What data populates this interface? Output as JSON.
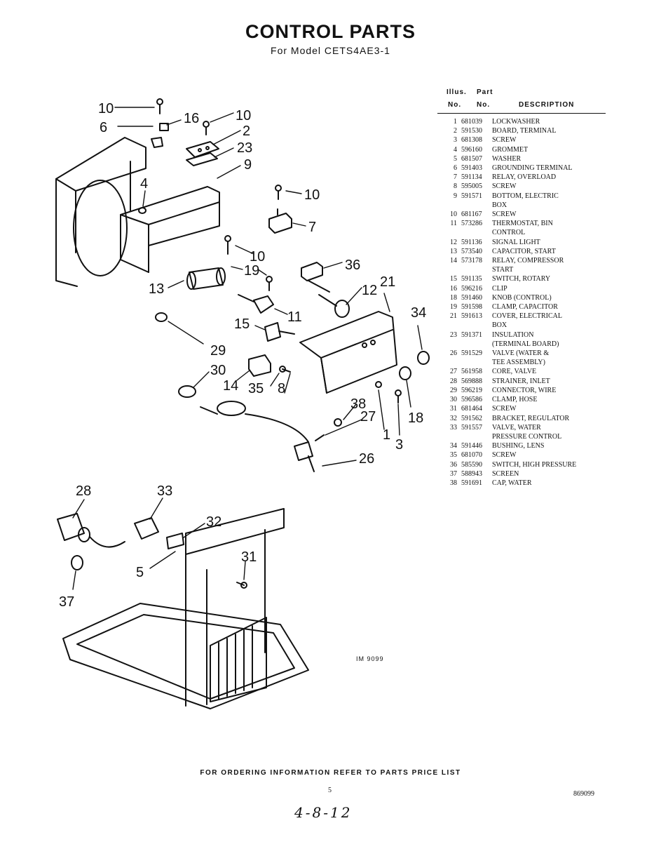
{
  "header": {
    "title": "CONTROL PARTS",
    "subtitle": "For Model CETS4AE3-1"
  },
  "table": {
    "head_illus_top": "Illus.",
    "head_part_top": "Part",
    "head_illus_bottom": "No.",
    "head_part_bottom": "No.",
    "head_desc": "DESCRIPTION",
    "rows": [
      {
        "no": "1",
        "part": "681039",
        "desc": [
          "LOCKWASHER"
        ]
      },
      {
        "no": "2",
        "part": "591530",
        "desc": [
          "BOARD, TERMINAL"
        ]
      },
      {
        "no": "3",
        "part": "681308",
        "desc": [
          "SCREW"
        ]
      },
      {
        "no": "4",
        "part": "596160",
        "desc": [
          "GROMMET"
        ]
      },
      {
        "no": "5",
        "part": "681507",
        "desc": [
          "WASHER"
        ]
      },
      {
        "no": "6",
        "part": "591403",
        "desc": [
          "GROUNDING TERMINAL"
        ]
      },
      {
        "no": "7",
        "part": "591134",
        "desc": [
          "RELAY, OVERLOAD"
        ]
      },
      {
        "no": "8",
        "part": "595005",
        "desc": [
          "SCREW"
        ]
      },
      {
        "no": "9",
        "part": "591571",
        "desc": [
          "BOTTOM, ELECTRIC",
          "BOX"
        ]
      },
      {
        "no": "10",
        "part": "681167",
        "desc": [
          "SCREW"
        ]
      },
      {
        "no": "11",
        "part": "573286",
        "desc": [
          "THERMOSTAT, BIN",
          "CONTROL"
        ]
      },
      {
        "no": "12",
        "part": "591136",
        "desc": [
          "SIGNAL LIGHT"
        ]
      },
      {
        "no": "13",
        "part": "573540",
        "desc": [
          "CAPACITOR, START"
        ]
      },
      {
        "no": "14",
        "part": "573178",
        "desc": [
          "RELAY, COMPRESSOR",
          "START"
        ]
      },
      {
        "no": "15",
        "part": "591135",
        "desc": [
          "SWITCH, ROTARY"
        ]
      },
      {
        "no": "16",
        "part": "596216",
        "desc": [
          "CLIP"
        ]
      },
      {
        "no": "18",
        "part": "591460",
        "desc": [
          "KNOB (CONTROL)"
        ]
      },
      {
        "no": "19",
        "part": "591598",
        "desc": [
          "CLAMP, CAPACITOR"
        ]
      },
      {
        "no": "21",
        "part": "591613",
        "desc": [
          "COVER, ELECTRICAL",
          "BOX"
        ]
      },
      {
        "no": "23",
        "part": "591371",
        "desc": [
          "INSULATION",
          "(TERMINAL BOARD)"
        ]
      },
      {
        "no": "26",
        "part": "591529",
        "desc": [
          "VALVE (WATER &",
          "TEE ASSEMBLY)"
        ]
      },
      {
        "no": "27",
        "part": "561958",
        "desc": [
          "CORE, VALVE"
        ]
      },
      {
        "no": "28",
        "part": "569888",
        "desc": [
          "STRAINER, INLET"
        ]
      },
      {
        "no": "29",
        "part": "596219",
        "desc": [
          "CONNECTOR, WIRE"
        ]
      },
      {
        "no": "30",
        "part": "596586",
        "desc": [
          "CLAMP, HOSE"
        ]
      },
      {
        "no": "31",
        "part": "681464",
        "desc": [
          "SCREW"
        ]
      },
      {
        "no": "32",
        "part": "591562",
        "desc": [
          "BRACKET, REGULATOR"
        ]
      },
      {
        "no": "33",
        "part": "591557",
        "desc": [
          "VALVE, WATER",
          "PRESSURE CONTROL"
        ]
      },
      {
        "no": "34",
        "part": "591446",
        "desc": [
          "BUSHING, LENS"
        ]
      },
      {
        "no": "35",
        "part": "681070",
        "desc": [
          "SCREW"
        ]
      },
      {
        "no": "36",
        "part": "585590",
        "desc": [
          "SWITCH, HIGH PRESSURE"
        ]
      },
      {
        "no": "37",
        "part": "588943",
        "desc": [
          "SCREEN"
        ]
      },
      {
        "no": "38",
        "part": "591691",
        "desc": [
          "CAP, WATER"
        ]
      }
    ]
  },
  "diagram": {
    "image_code": "IM 9099",
    "callouts": {
      "c1": "1",
      "c2": "2",
      "c3": "3",
      "c4": "4",
      "c5": "5",
      "c6": "6",
      "c7": "7",
      "c8": "8",
      "c9": "9",
      "c10a": "10",
      "c10b": "10",
      "c10c": "10",
      "c10d": "10",
      "c11": "11",
      "c12": "12",
      "c13": "13",
      "c14": "14",
      "c15": "15",
      "c16": "16",
      "c18": "18",
      "c19": "19",
      "c21": "21",
      "c23": "23",
      "c26": "26",
      "c27": "27",
      "c28": "28",
      "c29": "29",
      "c30": "30",
      "c31": "31",
      "c32": "32",
      "c33": "33",
      "c34": "34",
      "c35": "35",
      "c36": "36",
      "c37": "37",
      "c38": "38"
    }
  },
  "footer": {
    "note": "FOR ORDERING INFORMATION REFER TO PARTS PRICE LIST",
    "page": "5",
    "doc_number": "869099",
    "handwritten": "4-8-12"
  }
}
